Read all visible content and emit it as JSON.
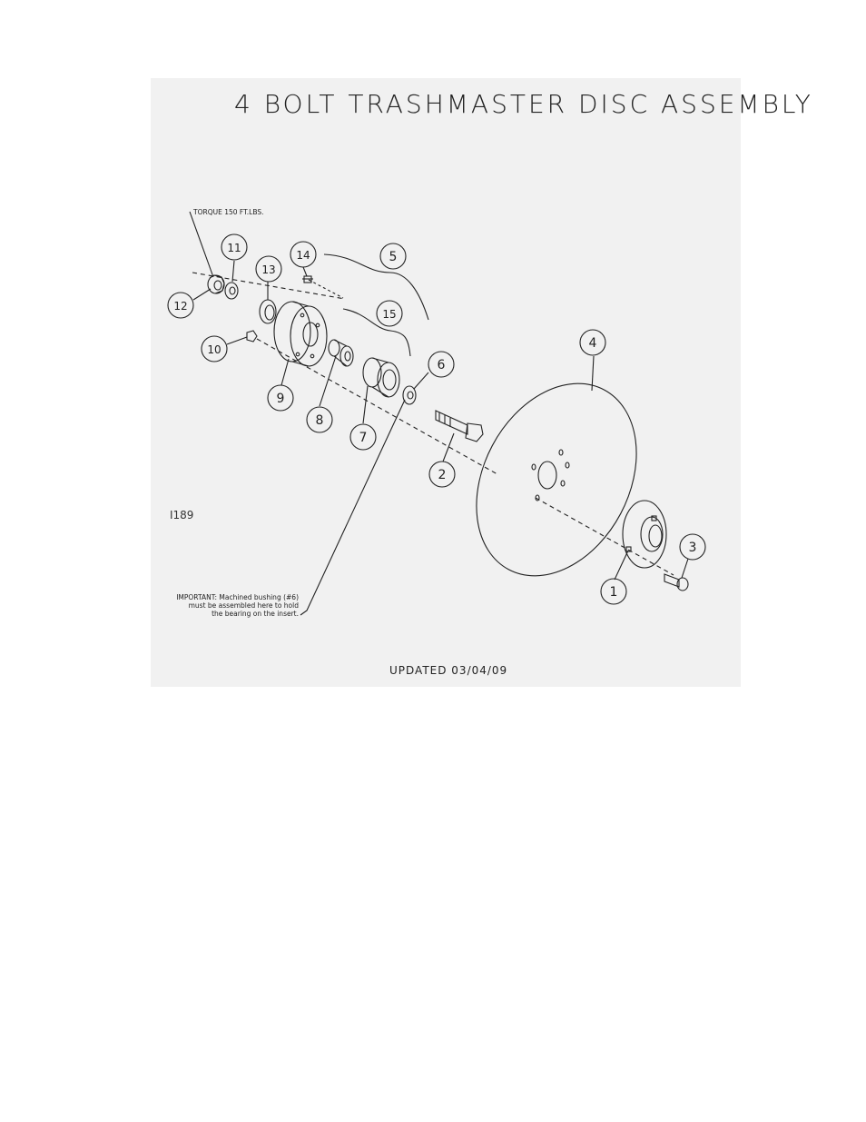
{
  "title": "4 BOLT TRASHMASTER DISC ASSEMBLY",
  "torque_note": "TORQUE 150 FT.LBS.",
  "drawing_number": "I189",
  "important_note": {
    "line1": "IMPORTANT:  Machined bushing (#6)",
    "line2": "must be assembled here to hold",
    "line3": "the bearing on the insert."
  },
  "updated": "UPDATED 03/04/09",
  "callouts": [
    "1",
    "2",
    "3",
    "4",
    "5",
    "6",
    "7",
    "8",
    "9",
    "10",
    "11",
    "12",
    "13",
    "14",
    "15"
  ]
}
